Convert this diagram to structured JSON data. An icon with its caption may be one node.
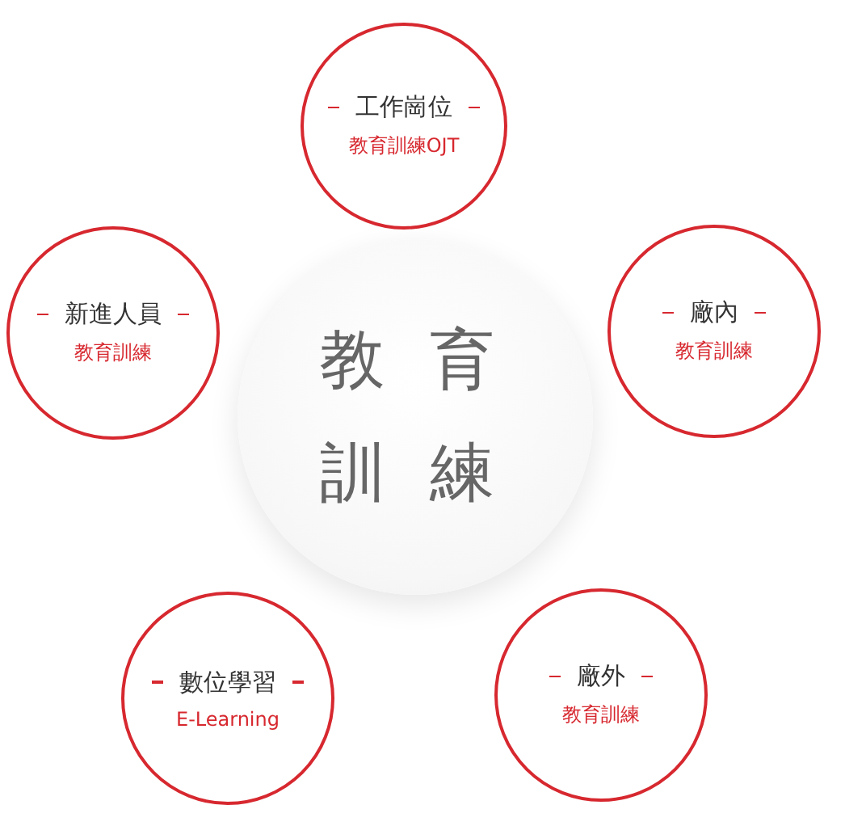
{
  "diagram": {
    "nodes": [
      {
        "text": [
          "教育訓練"
        ]
      },
      {
        "text": [
          "工作崗位",
          "教育訓練OJT"
        ]
      },
      {
        "text": [
          "新進人員",
          "教育訓練"
        ]
      },
      {
        "text": [
          "廠內",
          "教育訓練"
        ]
      },
      {
        "text": [
          "數位學習",
          "E-Learning"
        ]
      },
      {
        "text": [
          "廠外",
          "教育訓練"
        ]
      }
    ]
  }
}
